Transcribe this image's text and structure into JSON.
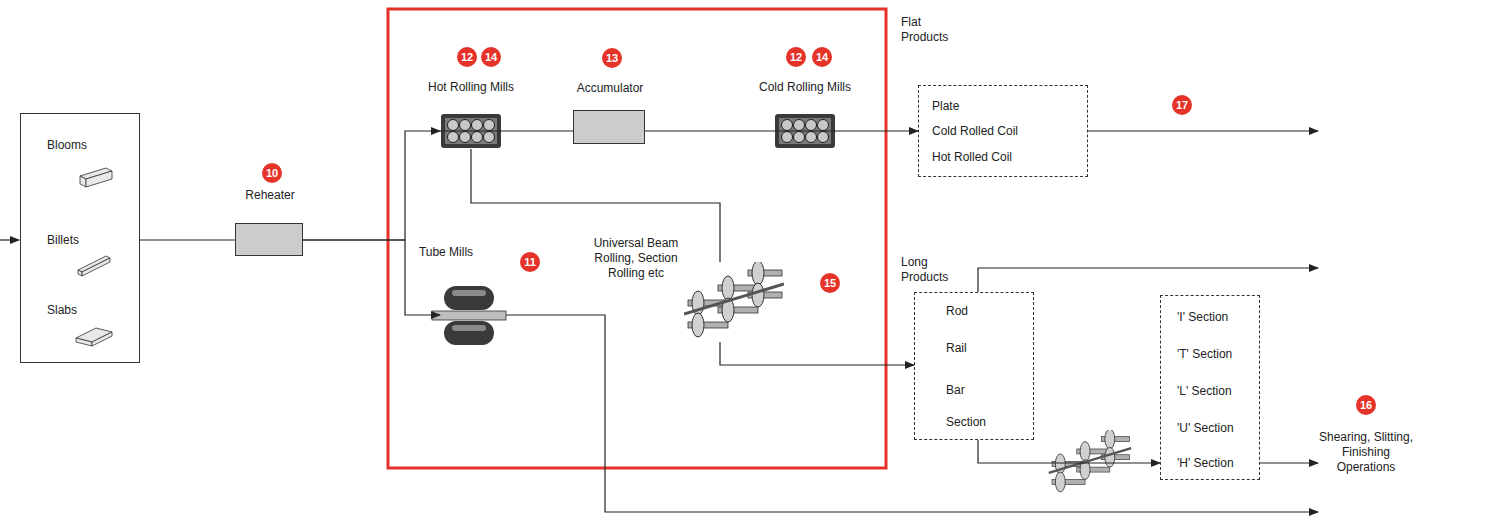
{
  "diagram": {
    "nodes": [
      {
        "text": [
          "Blooms",
          "Billets",
          "Slabs"
        ]
      },
      {
        "text": [
          "Reheater"
        ]
      },
      {
        "text": [
          "Hot Rolling Mills"
        ]
      },
      {
        "text": [
          "Accumulator"
        ]
      },
      {
        "text": [
          "Cold Rolling Mills"
        ]
      },
      {
        "text": [
          "Tube Mills"
        ]
      },
      {
        "text": [
          "Universal Beam Rolling, Section Rolling etc"
        ]
      },
      {
        "text": [
          "Flat Products",
          "Plate",
          "Cold Rolled Coil",
          "Hot Rolled Coil"
        ]
      },
      {
        "text": [
          "Long Products",
          "Rod",
          "Rail",
          "Bar",
          "Section"
        ]
      },
      {
        "text": [
          "'I' Section",
          "'T' Section",
          "'L' Section",
          "'U' Section",
          "'H' Section"
        ]
      }
    ],
    "edges": [
      {
        "from": 0,
        "to": 1,
        "arrow": "none"
      },
      {
        "from": 1,
        "to": 2,
        "arrow": "to"
      },
      {
        "from": 1,
        "to": 5,
        "arrow": "to"
      },
      {
        "from": 2,
        "to": 3,
        "arrow": "none"
      },
      {
        "from": 3,
        "to": 4,
        "arrow": "none"
      },
      {
        "from": 4,
        "to": 7,
        "arrow": "to"
      },
      {
        "from": 2,
        "to": 6,
        "arrow": "none"
      },
      {
        "from": 6,
        "to": 8,
        "arrow": "to"
      },
      {
        "from": 8,
        "to": 9,
        "arrow": "to"
      }
    ],
    "labels": [
      "12",
      "14",
      "13",
      "12",
      "14",
      "10",
      "11",
      "15",
      "17",
      "16",
      "Shearing, Slitting, Finishing Operations"
    ]
  }
}
